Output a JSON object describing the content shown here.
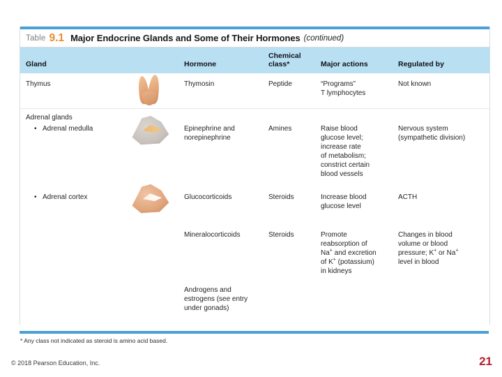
{
  "slide": {
    "copyright": "© 2018 Pearson Education, Inc.",
    "page_number": "21",
    "accent_blue": "#4a9fd4",
    "header_blue": "#b8dff2",
    "table_number_orange": "#e98c2a",
    "page_number_red": "#b41e2e"
  },
  "table": {
    "label": "Table",
    "number": "9.1",
    "title": "Major Endocrine Glands and Some of Their Hormones",
    "continued": "(continued)",
    "footnote": "* Any class not indicated as steroid is amino acid based.",
    "columns": [
      {
        "key": "gland",
        "label": "Gland"
      },
      {
        "key": "hormone",
        "label": "Hormone"
      },
      {
        "key": "chem_class",
        "label": "Chemical class*"
      },
      {
        "key": "major_action",
        "label": "Major actions"
      },
      {
        "key": "regulated_by",
        "label": "Regulated by"
      }
    ],
    "column_header_lines": {
      "gland": "Gland",
      "hormone": "Hormone",
      "chem_class_line1": "Chemical",
      "chem_class_line2": "class*",
      "major_action": "Major actions",
      "regulated_by": "Regulated by"
    },
    "rows": [
      {
        "gland": "Thymus",
        "gland_art": "thymus-illustration",
        "hormone": "Thymosin",
        "chem_class": "Peptide",
        "major_action": "“Programs” T lymphocytes",
        "major_action_lines": [
          "“Programs”",
          "T lymphocytes"
        ],
        "regulated_by": "Not known"
      },
      {
        "gland_group": "Adrenal glands",
        "gland": "Adrenal medulla",
        "gland_art": "adrenal-medulla-illustration",
        "hormone": "Epinephrine and norepinephrine",
        "hormone_lines": [
          "Epinephrine and",
          "norepinephrine"
        ],
        "chem_class": "Amines",
        "major_action": "Raise blood glucose level; increase rate of metabolism; constrict certain blood vessels",
        "major_action_lines": [
          "Raise blood",
          "glucose level;",
          "increase rate",
          "of metabolism;",
          "constrict certain",
          "blood vessels"
        ],
        "regulated_by": "Nervous system (sympathetic division)",
        "regulated_by_lines": [
          "Nervous system",
          "(sympathetic division)"
        ]
      },
      {
        "gland": "Adrenal cortex",
        "gland_art": "adrenal-cortex-illustration",
        "hormone": "Glucocorticoids",
        "chem_class": "Steroids",
        "major_action": "Increase blood glucose level",
        "major_action_lines": [
          "Increase blood",
          "glucose level"
        ],
        "regulated_by": "ACTH"
      },
      {
        "gland": "",
        "hormone": "Mineralocorticoids",
        "chem_class": "Steroids",
        "major_action": "Promote reabsorption of Na+ and excretion of K+ (potassium) in kidneys",
        "major_action_lines": [
          "Promote",
          "reabsorption of",
          "Na+ and excretion",
          "of K+ (potassium)",
          "in kidneys"
        ],
        "regulated_by": "Changes in blood volume or blood pressure; K+ or Na+ level in blood",
        "regulated_by_lines": [
          "Changes in blood",
          "volume or blood",
          "pressure; K+ or Na+",
          "level in blood"
        ]
      },
      {
        "gland": "",
        "hormone": "Androgens and estrogens (see entry under gonads)",
        "hormone_lines": [
          "Androgens and",
          "estrogens (see entry",
          "under gonads)"
        ],
        "chem_class": "",
        "major_action": "",
        "regulated_by": ""
      }
    ]
  }
}
